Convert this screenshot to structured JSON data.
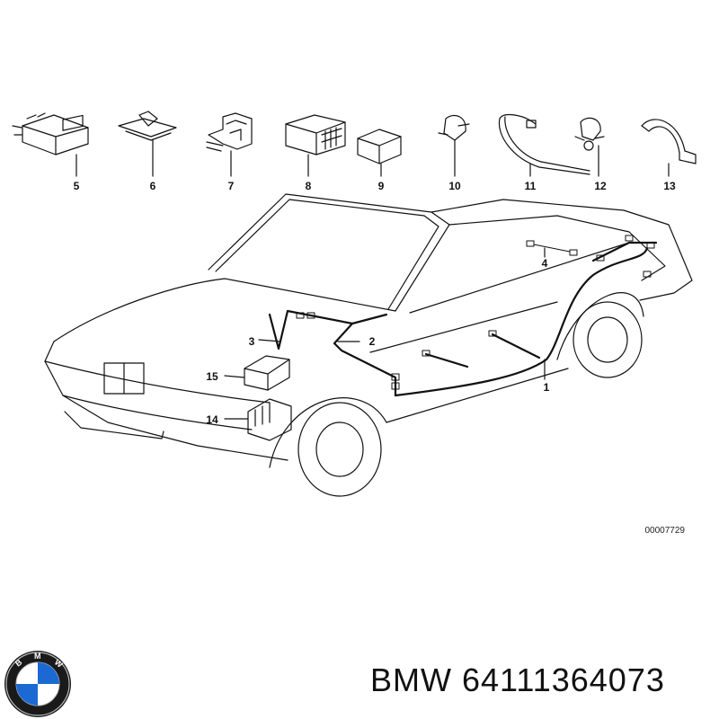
{
  "diagram": {
    "callouts": [
      "1",
      "2",
      "3",
      "4",
      "5",
      "6",
      "7",
      "8",
      "9",
      "10",
      "11",
      "12",
      "13",
      "14",
      "15"
    ],
    "drawing_number": "00007729"
  },
  "brand": {
    "logo_letters": "BMW",
    "caption": "BMW 64111364073"
  },
  "colors": {
    "line": "#111111",
    "logo_blue": "#1c69d4",
    "logo_ring": "#1a1a1a"
  }
}
